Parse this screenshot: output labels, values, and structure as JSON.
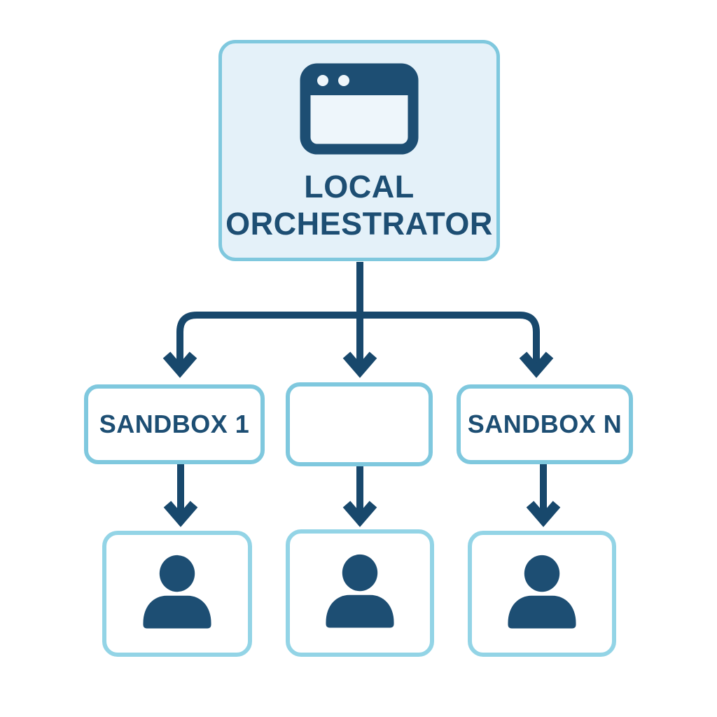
{
  "diagram": {
    "orchestrator": {
      "label_line1": "LOCAL",
      "label_line2": "ORCHESTRATOR",
      "icon": "browser-window-icon"
    },
    "sandboxes": [
      {
        "label": "SANDBOX 1"
      },
      {
        "label": ""
      },
      {
        "label": "SANDBOX N"
      }
    ],
    "agents": [
      {
        "icon": "user-icon"
      },
      {
        "icon": "user-icon"
      },
      {
        "icon": "user-icon"
      }
    ],
    "colors": {
      "background": "#ffffff",
      "white": "#ffffff",
      "navy": "#1d4e73",
      "connector": "#18486c",
      "node_fill": "#e4f1f9",
      "node_border": "#7fc8de",
      "node_border_light": "#93d4e6",
      "icon_window_fill": "#eef6fb"
    }
  }
}
